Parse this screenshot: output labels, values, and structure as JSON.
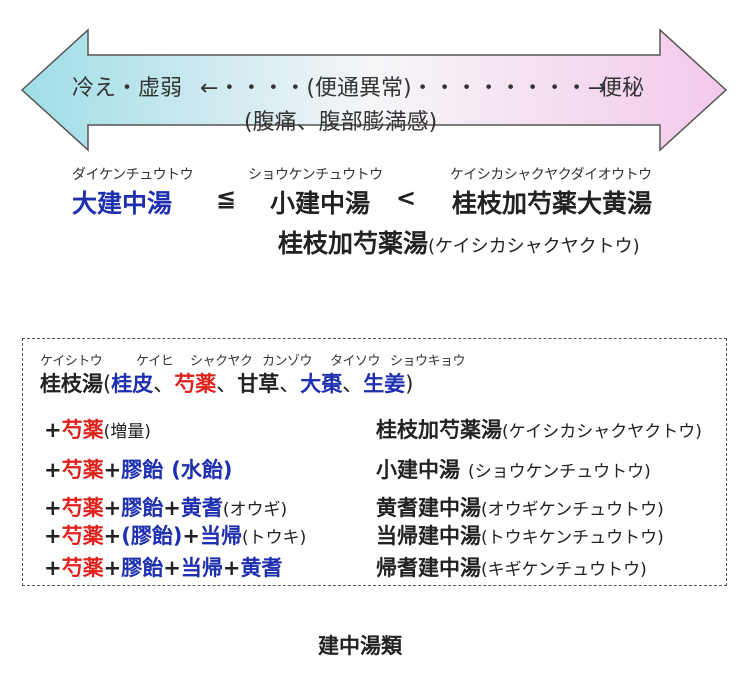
{
  "arrow": {
    "left_label": "冷え・虚弱",
    "middle_label": "←・・・・(便通異常)・・・・・・・・→",
    "right_label": "便秘",
    "sub_label": "(腹痛、腹部膨満感)"
  },
  "ranking": {
    "ruby1": "ダイケンチュウトウ",
    "ruby2": "ショウケンチュウトウ",
    "ruby3": "ケイシカシャクヤクダイオウトウ",
    "item1": "大建中湯",
    "op1": "≦",
    "item2": "小建中湯",
    "op2": "<",
    "item3": "桂枝加芍薬大黄湯",
    "item4": "桂枝加芍薬湯",
    "item4_reading": "(ケイシカシャクヤクトウ)"
  },
  "box": {
    "ruby": {
      "keishito": "ケイシトウ",
      "keihi": "ケイヒ",
      "shakuyaku": "シャクヤク",
      "kanzo": "カンゾウ",
      "taiso": "タイソウ",
      "shokyo": "ショウキョウ"
    },
    "base": {
      "name": "桂枝湯",
      "open": "(",
      "h1": "桂皮",
      "sep1": "、",
      "h2": "芍薬",
      "sep2": "、",
      "h3": "甘草",
      "sep3": "、",
      "h4": "大棗",
      "sep4": "、",
      "h5": "生姜",
      "close": ")"
    },
    "rows": [
      {
        "plus1": "+",
        "herb1": "芍薬",
        "extra": "(増量)",
        "result": "桂枝加芍薬湯",
        "reading": "(ケイシカシャクヤクトウ)"
      },
      {
        "plus1": "+",
        "herb1": "芍薬",
        "plus2": "+",
        "herb2": "膠飴",
        "extra": "(水飴)",
        "result": "小建中湯",
        "reading": "(ショウケンチュウトウ)"
      },
      {
        "plus1": "+",
        "herb1": "芍薬",
        "plus2": "+",
        "herb2": "膠飴",
        "plus3": "+",
        "herb3": "黄耆",
        "extra": "(オウギ)",
        "result": "黄耆建中湯",
        "reading": "(オウギケンチュウトウ)"
      },
      {
        "plus1": "+",
        "herb1": "芍薬",
        "plus2": "+",
        "herb2": "(膠飴)",
        "plus3": "+",
        "herb3": "当帰",
        "extra": "(トウキ)",
        "result": "当帰建中湯",
        "reading": "(トウキケンチュウトウ)"
      },
      {
        "plus1": "+",
        "herb1": "芍薬",
        "plus2": "+",
        "herb2": "膠飴",
        "plus3": "+",
        "herb3": "当帰",
        "plus4": "+",
        "herb4": "黄耆",
        "result": "帰耆建中湯",
        "reading": "(キギケンチュウトウ)"
      }
    ]
  },
  "caption": "建中湯類",
  "colors": {
    "arrow_left": "#9fdde6",
    "arrow_right": "#f3c9ea",
    "blue": "#1e2fb0",
    "red": "#e0211c"
  }
}
